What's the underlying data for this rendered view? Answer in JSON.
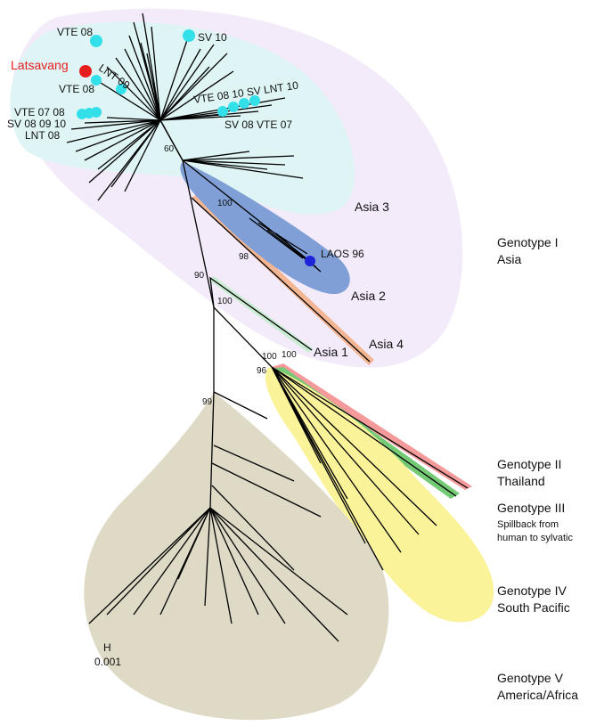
{
  "colors": {
    "genotype_i_bg": "#f3ebfa",
    "asia3_region": "#dff5f5",
    "asia3_stroke": "#c6e6ea",
    "asia2": "#7f9fd6",
    "asia4": "#f3b592",
    "asia1": "#c9ecd2",
    "genotype_ii": "#f49a9a",
    "genotype_iii": "#74c974",
    "genotype_iv": "#fbf39a",
    "genotype_v": "#dedac6",
    "branch": "#000000",
    "cyan_sample": "#33e0ea",
    "latsavang": "#e61e1e",
    "laos96": "#1e22d8"
  },
  "sample_labels": {
    "vte08_top": "VTE 08",
    "sv10": "SV 10",
    "latsavang": "Latsavang",
    "lnt09": "LNT 09",
    "vte08_mid": "VTE 08",
    "vte07_08": "VTE 07 08",
    "sv08_09_10": "SV 08 09 10",
    "lnt08": "LNT 08",
    "vte08_10_sv_lnt10": "VTE 08 10 SV LNT 10",
    "sv08_vte07": "SV 08 VTE 07",
    "laos96": "LAOS 96"
  },
  "lineage_labels": {
    "asia3": "Asia 3",
    "asia2": "Asia 2",
    "asia4": "Asia 4",
    "asia1": "Asia 1"
  },
  "genotype_labels": {
    "g1_name": "Genotype I",
    "g1_region": "Asia",
    "g2_name": "Genotype II",
    "g2_region": "Thailand",
    "g3_name": "Genotype III",
    "g3_note_1": "Spillback from",
    "g3_note_2": "human to sylvatic",
    "g4_name": "Genotype IV",
    "g4_region": "South Pacific",
    "g5_name": "Genotype V",
    "g5_region": "America/Africa"
  },
  "bootstrap": {
    "b60": "60",
    "b100_asia2": "100",
    "b98": "98",
    "b90": "90",
    "b100_asia1": "100",
    "b100_a": "100",
    "b100_b": "100",
    "b96": "96",
    "b99": "99"
  },
  "scale_bar": {
    "glyph": "H",
    "value": "0.001"
  }
}
